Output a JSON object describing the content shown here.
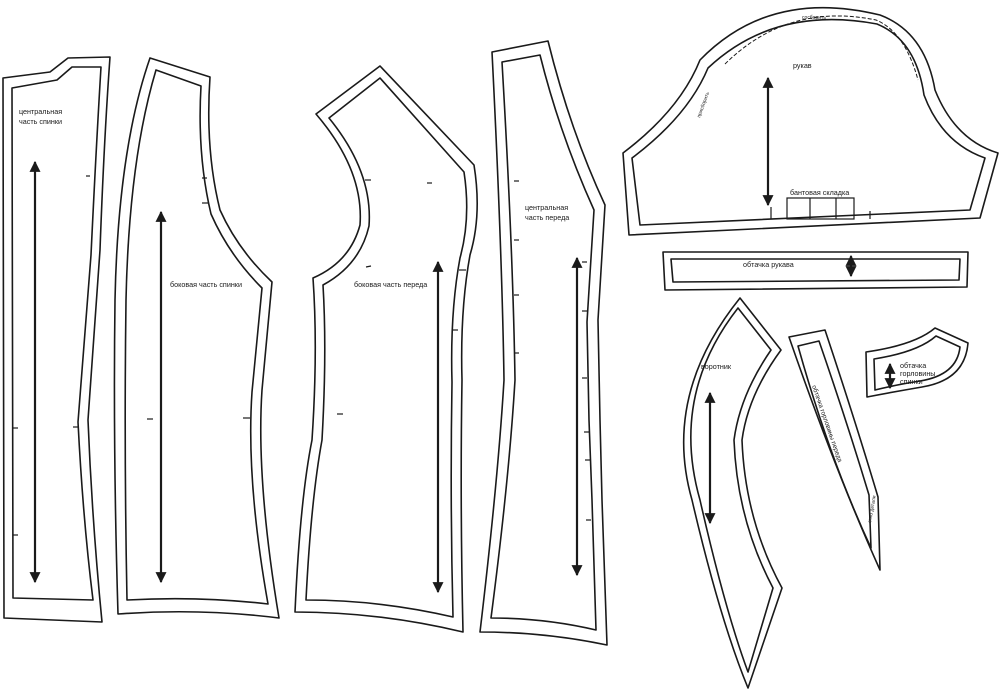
{
  "pieces": {
    "center_back": {
      "line1": "центральная",
      "line2": "часть спинки"
    },
    "side_back": {
      "label": "боковая часть спинки"
    },
    "side_front": {
      "label": "боковая часть переда"
    },
    "center_front": {
      "line1": "центральная",
      "line2": "часть переда"
    },
    "sleeve": {
      "label": "рукав",
      "pleat": "бантовая складка",
      "gather": "сосборить",
      "edge_note": "присборить"
    },
    "sleeve_facing": {
      "label": "обтачка рукава"
    },
    "collar": {
      "label": "воротник"
    },
    "front_neck_facing": {
      "label": "обтачка горловины переда",
      "fold_note": "сгиб детали"
    },
    "back_neck_facing": {
      "line1": "обтачка",
      "line2": "горловины",
      "line3": "спинки"
    }
  },
  "colors": {
    "line": "#1a1a1a",
    "background": "#ffffff"
  },
  "grainline_icon": "double-headed-arrow-icon"
}
